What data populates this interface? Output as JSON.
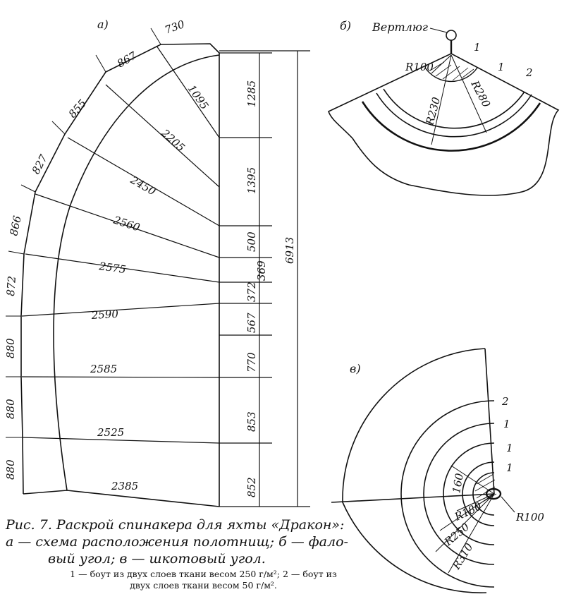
{
  "figure": {
    "panel_a_label": "а)",
    "panel_b_label": "б)",
    "panel_c_label": "в)"
  },
  "panel_a": {
    "edge_dims": [
      "730",
      "867",
      "855",
      "827",
      "866",
      "872",
      "880",
      "880",
      "880"
    ],
    "width_dims": [
      "1095",
      "2205",
      "2450",
      "2560",
      "2575",
      "2590",
      "2585",
      "2525",
      "2385"
    ],
    "height_dims": [
      "1285",
      "1395",
      "500",
      "369",
      "372",
      "567",
      "770",
      "853",
      "852"
    ],
    "total_height": "6913"
  },
  "panel_b": {
    "swivel_label": "Вертлюг",
    "r_small": "R100",
    "r_mid": "R230",
    "r_big": "R280",
    "layer_labels": [
      "1",
      "1",
      "2"
    ]
  },
  "panel_c": {
    "r_small": "R100",
    "r_160": "160",
    "r_180": "R180",
    "r_250": "R250",
    "r_310": "R310",
    "layer_labels": [
      "2",
      "1",
      "1",
      "1"
    ]
  },
  "caption": {
    "title_line1": "Рис. 7. Раскрой спинакера для яхты «Дракон»:",
    "title_line2": "а — схема расположения полотнищ; б — фало-",
    "title_line3": "вый угол; в — шкотовый угол.",
    "note_line1": "1 — боут из двух слоев ткани весом 250 г/м²; 2 — боут из",
    "note_line2": "двух слоев ткани весом 50 г/м²."
  }
}
